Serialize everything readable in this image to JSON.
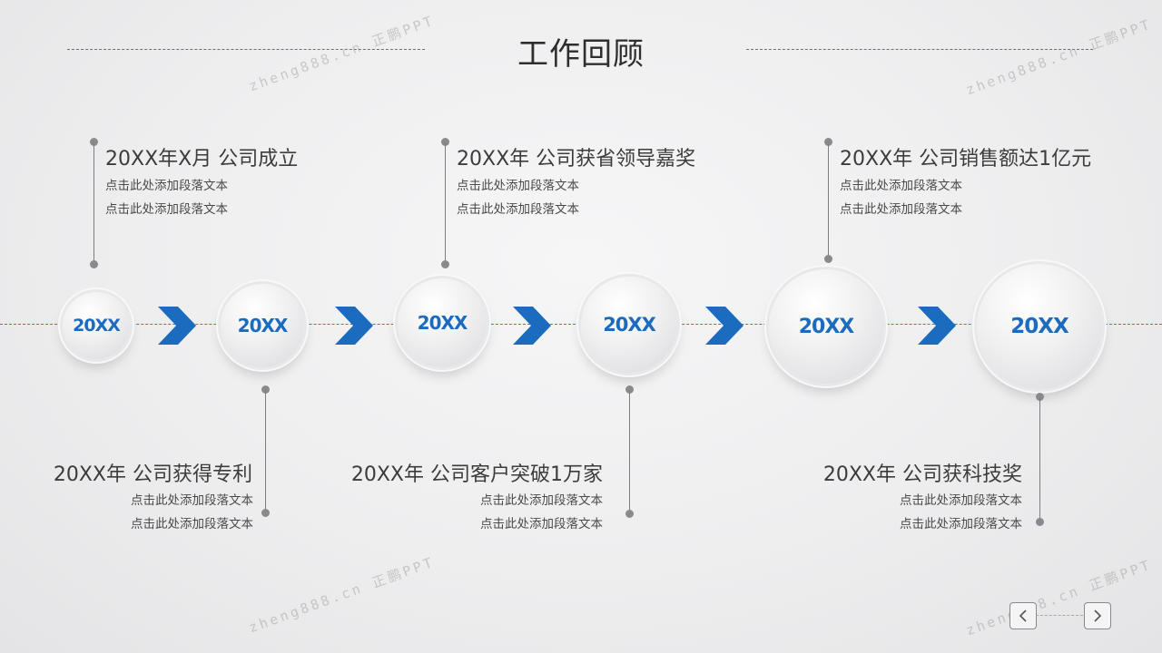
{
  "slide": {
    "title": "工作回顾"
  },
  "timeline": {
    "nodes": [
      {
        "label": "20XX"
      },
      {
        "label": "20XX"
      },
      {
        "label": "20XX"
      },
      {
        "label": "20XX"
      },
      {
        "label": "20XX"
      },
      {
        "label": "20XX"
      }
    ],
    "arrow_color": "#1b6bbf"
  },
  "events": [
    {
      "title": "20XX年X月  公司成立",
      "lines": [
        "点击此处添加段落文本",
        "点击此处添加段落文本"
      ]
    },
    {
      "title": "20XX年  公司获得专利",
      "lines": [
        "点击此处添加段落文本",
        "点击此处添加段落文本"
      ]
    },
    {
      "title": "20XX年  公司获省领导嘉奖",
      "lines": [
        "点击此处添加段落文本",
        "点击此处添加段落文本"
      ]
    },
    {
      "title": "20XX年  公司客户突破1万家",
      "lines": [
        "点击此处添加段落文本",
        "点击此处添加段落文本"
      ]
    },
    {
      "title": "20XX年  公司销售额达1亿元",
      "lines": [
        "点击此处添加段落文本",
        "点击此处添加段落文本"
      ]
    },
    {
      "title": "20XX年  公司获科技奖",
      "lines": [
        "点击此处添加段落文本",
        "点击此处添加段落文本"
      ]
    }
  ],
  "watermark": {
    "text": "zheng888.cn 正鹏PPT"
  },
  "nav": {
    "prev_icon": "chevron-left-icon",
    "next_icon": "chevron-right-icon"
  }
}
